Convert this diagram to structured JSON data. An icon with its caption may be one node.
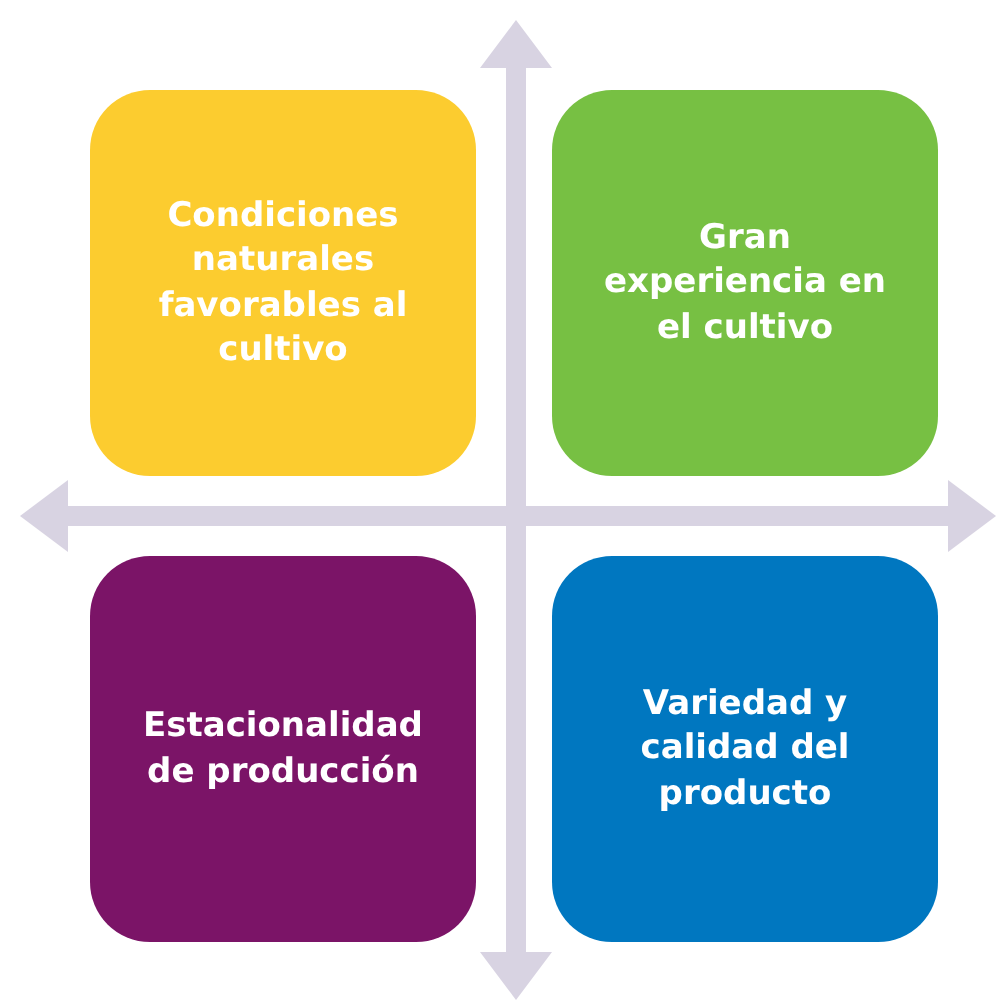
{
  "diagram": {
    "nodes": [
      {
        "text": [
          "Condiciones naturales favorables al cultivo"
        ]
      },
      {
        "text": [
          "Gran experiencia en el cultivo"
        ]
      },
      {
        "text": [
          "Estacionalidad de producción"
        ]
      },
      {
        "text": [
          "Variedad y calidad del producto"
        ]
      }
    ]
  }
}
